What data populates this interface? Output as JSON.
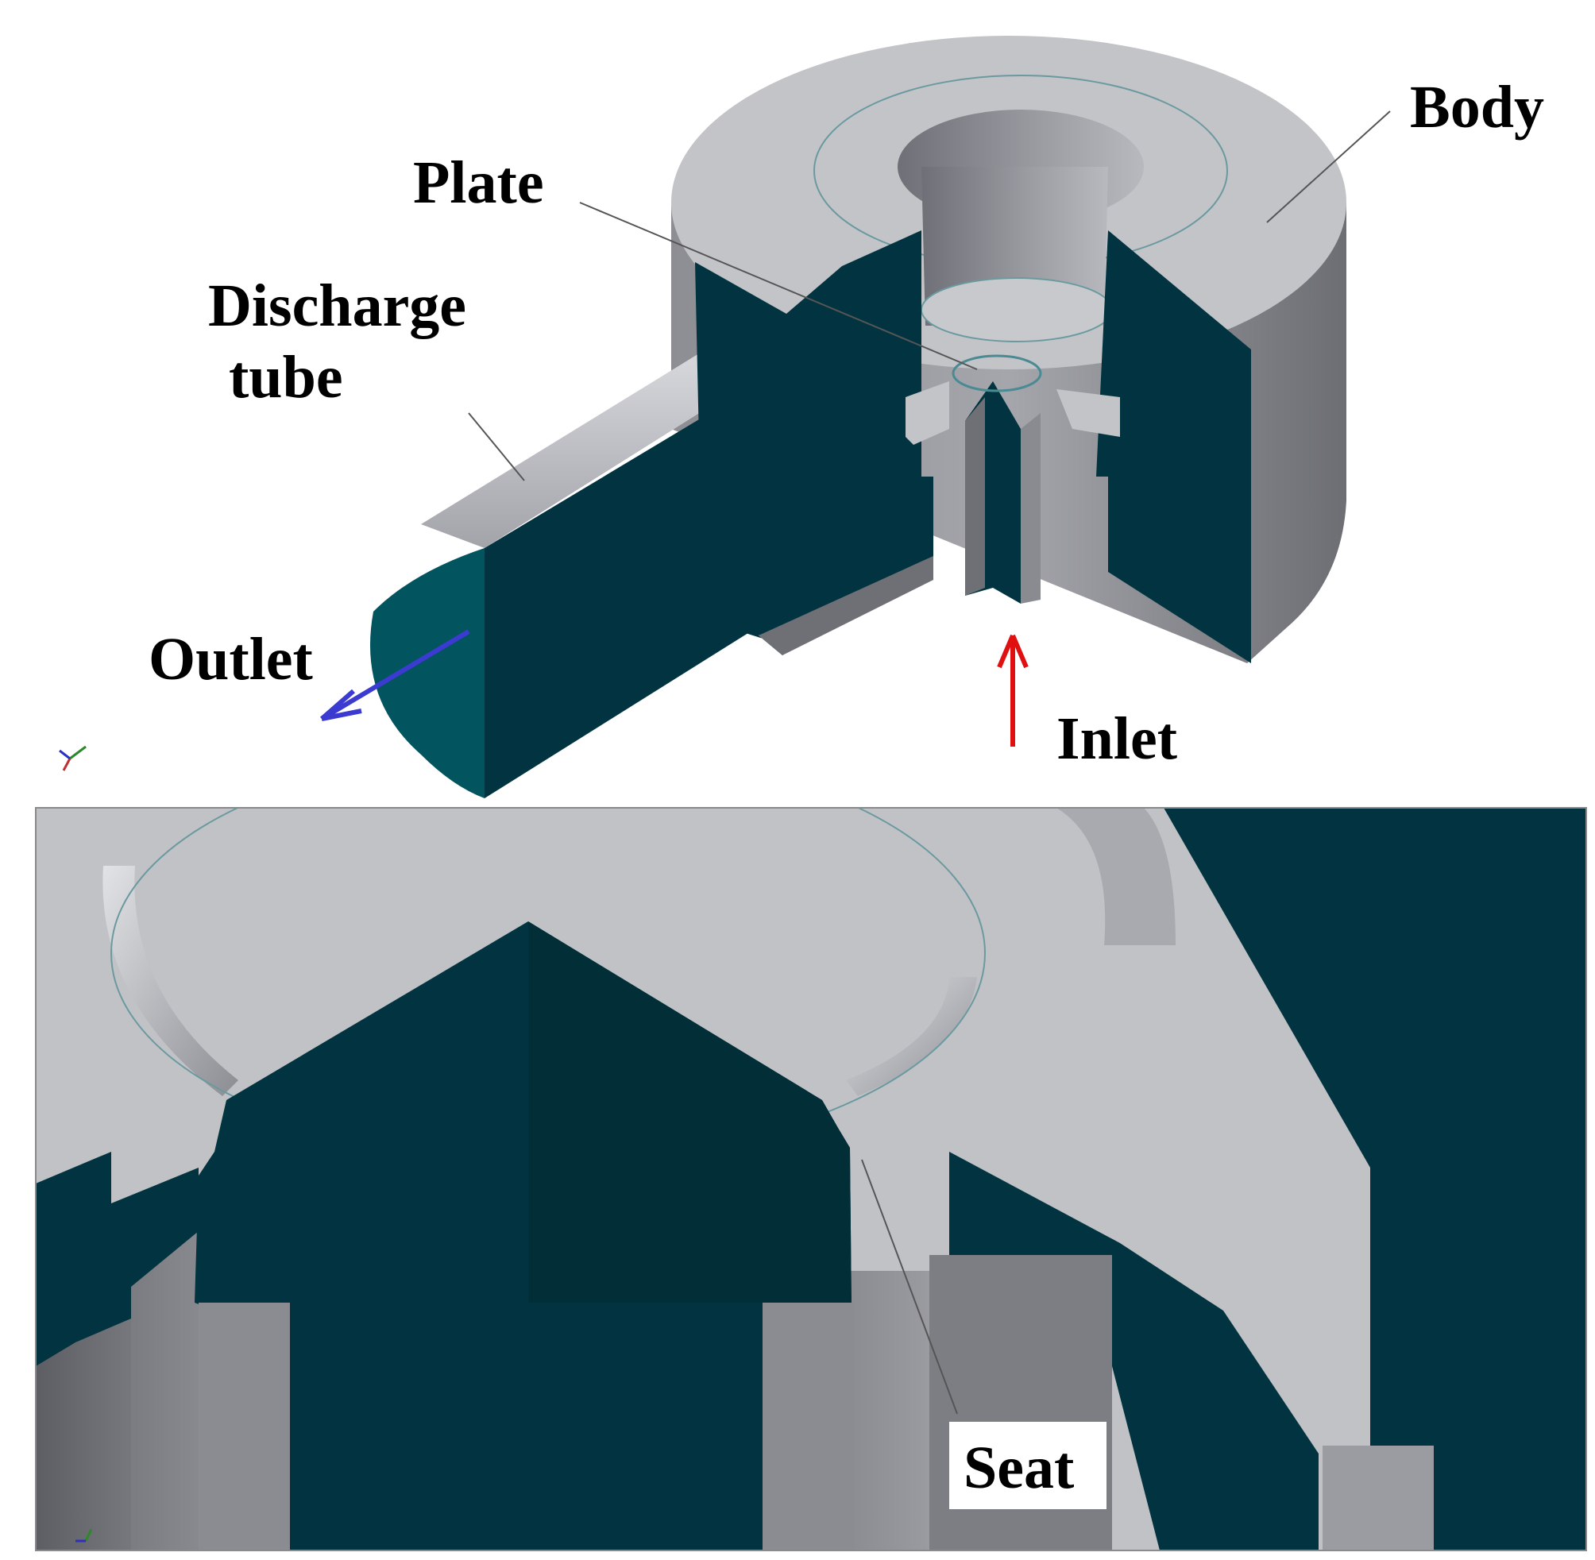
{
  "top_view": {
    "labels": {
      "body": "Body",
      "plate": "Plate",
      "discharge_tube_line1": "Discharge",
      "discharge_tube_line2": "tube",
      "outlet": "Outlet",
      "inlet": "Inlet"
    },
    "colors": {
      "cut_face": "#013440",
      "tube_end": "#02545e",
      "metal_light": "#c1c2c6",
      "metal_mid": "#9a9ca2",
      "metal_dark": "#6f7076",
      "outlet_arrow": "#3b3bd1",
      "inlet_arrow": "#e01010"
    }
  },
  "detail_view": {
    "labels": {
      "seat": "Seat"
    }
  }
}
